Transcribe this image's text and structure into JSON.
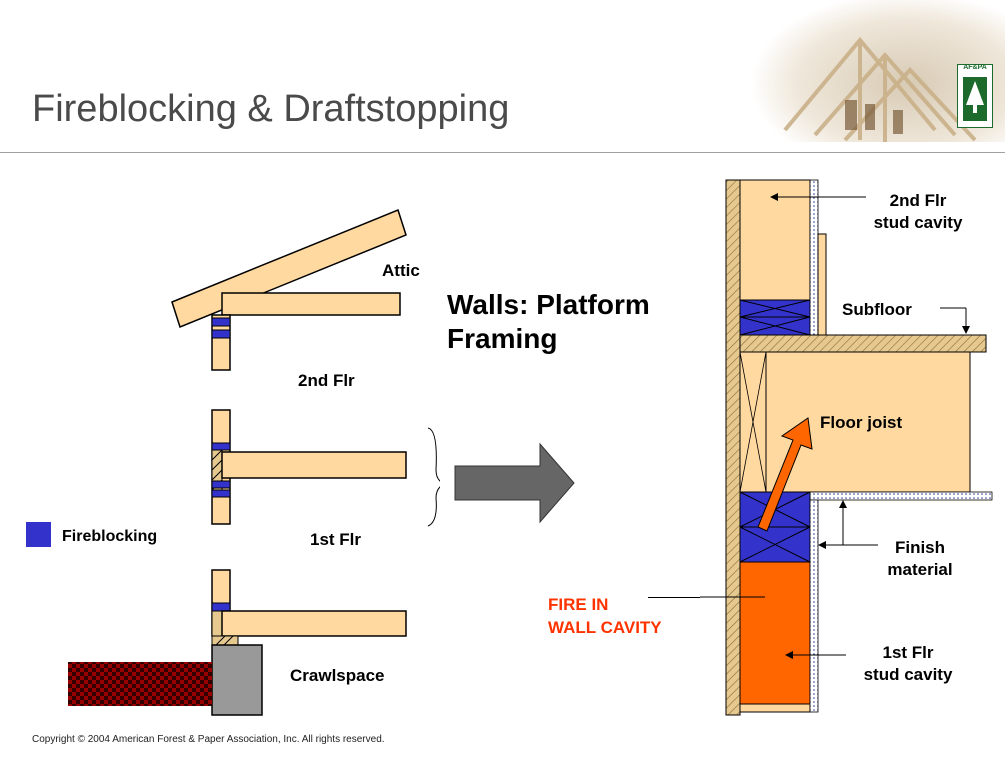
{
  "slide": {
    "title": "Fireblocking & Draftstopping",
    "copyright": "Copyright © 2004 American Forest & Paper Association, Inc.  All rights reserved.",
    "logo_text": "AF&PA"
  },
  "left_diagram": {
    "labels": {
      "attic": "Attic",
      "second_floor": "2nd Flr",
      "first_floor": "1st Flr",
      "crawlspace": "Crawlspace"
    },
    "legend": "Fireblocking"
  },
  "heading": {
    "line1": "Walls: Platform",
    "line2": "Framing"
  },
  "right_diagram": {
    "labels": {
      "second_floor_cavity_1": "2nd Flr",
      "second_floor_cavity_2": "stud cavity",
      "subfloor": "Subfloor",
      "floor_joist": "Floor joist",
      "finish_1": "Finish",
      "finish_2": "material",
      "fire_1": "FIRE IN",
      "fire_2": "WALL CAVITY",
      "first_floor_cavity_1": "1st Flr",
      "first_floor_cavity_2": "stud cavity"
    }
  },
  "colors": {
    "lumber": "#ffd9a0",
    "fireblocking": "#3333cc",
    "fire": "#ff6600",
    "fire_text": "#ff3300",
    "arrow": "#666666",
    "foundation": "#999999",
    "soil": "#990000",
    "title": "#4a4a4a"
  }
}
